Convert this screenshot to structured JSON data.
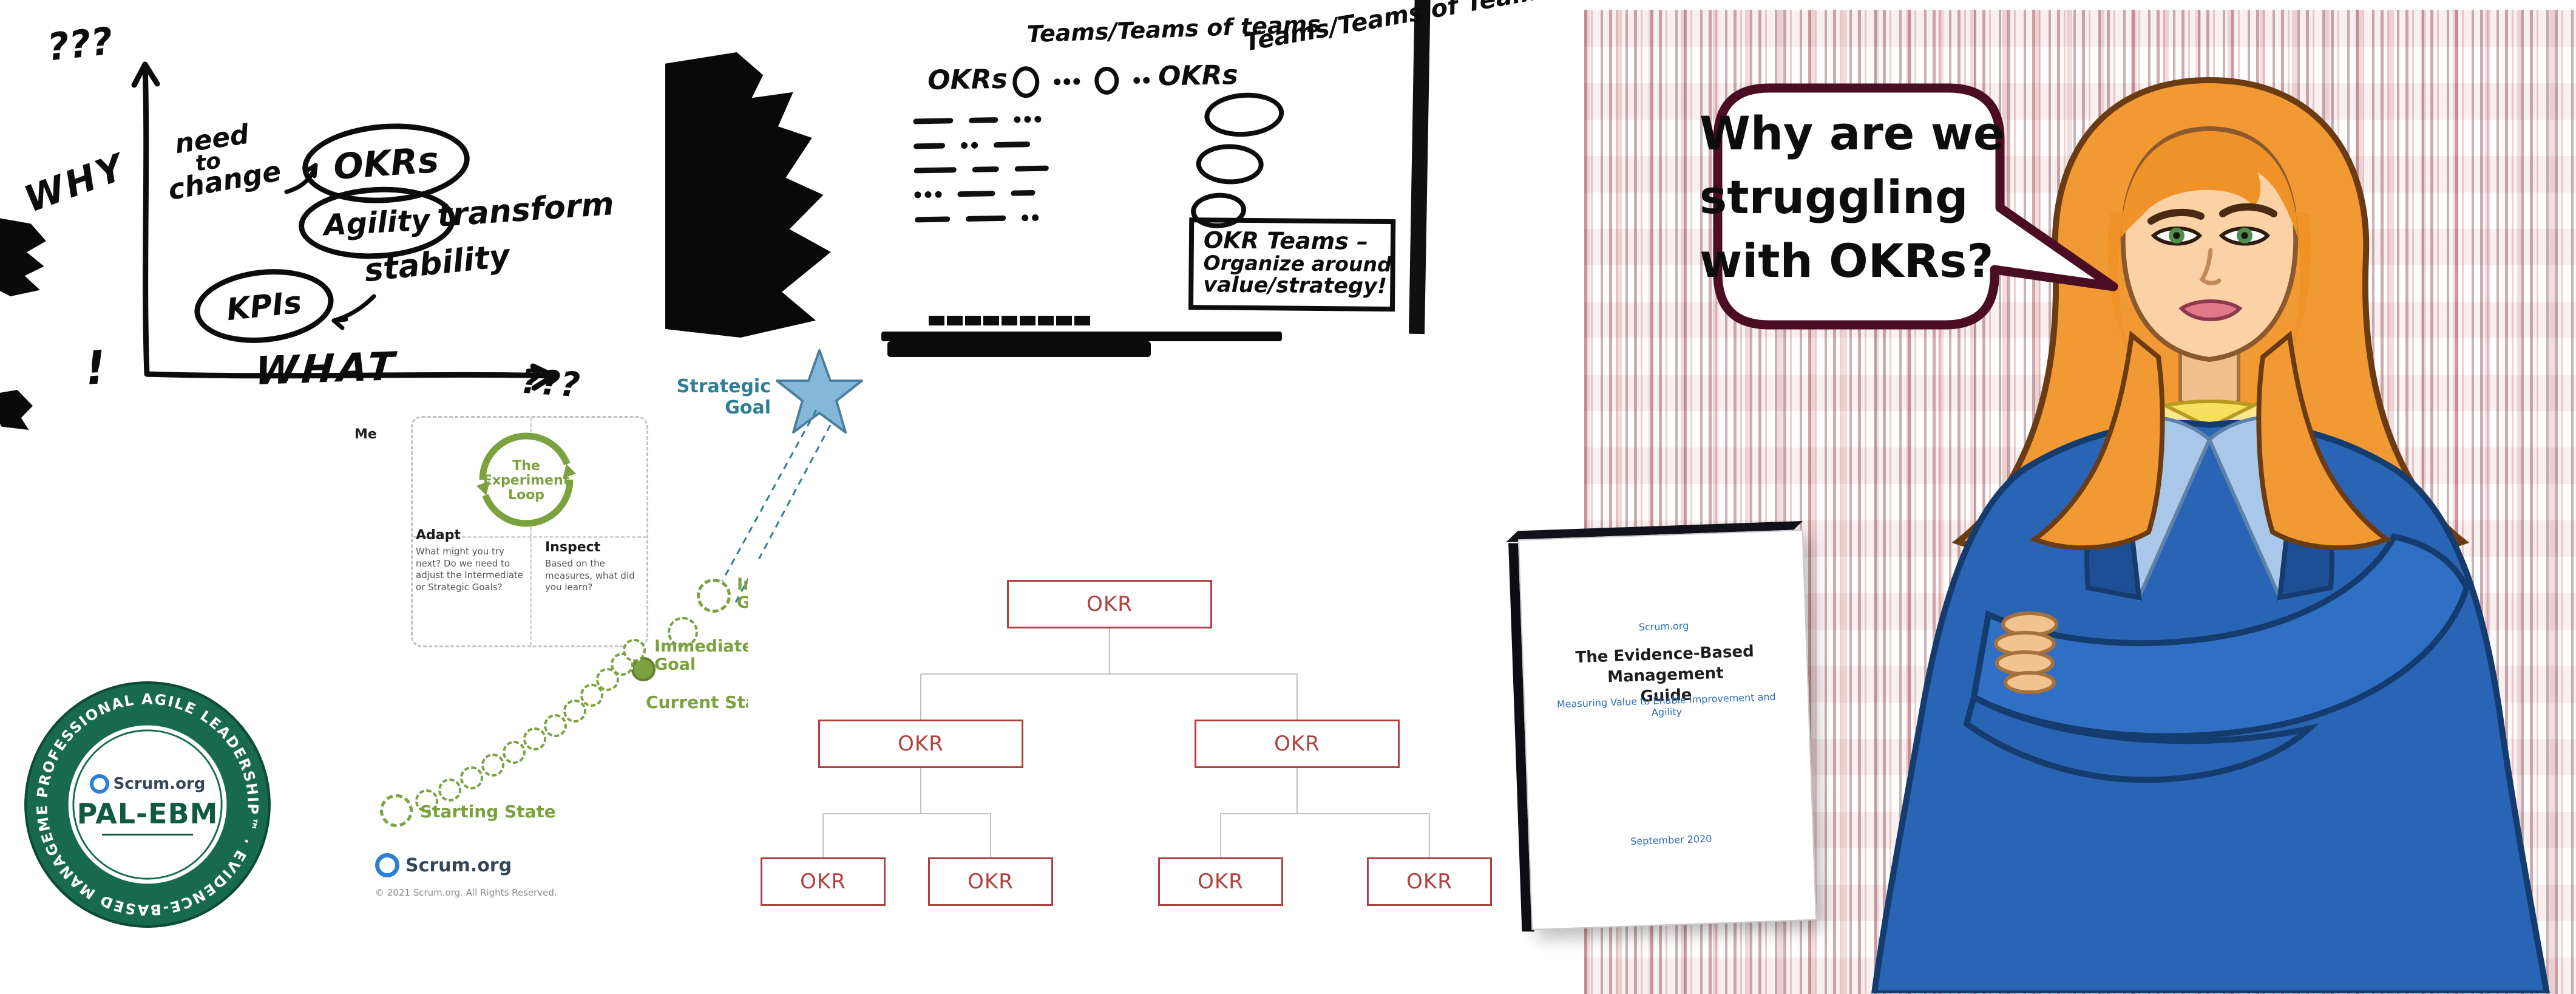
{
  "sketch": {
    "q_top": "???",
    "q_right": "???",
    "why": "WHY",
    "what": "WHAT",
    "bang": "!",
    "need_lines": [
      "need",
      "to",
      "change"
    ],
    "okrs": "OKRs",
    "agility": "Agility",
    "transform": "transform",
    "stability": "stability",
    "kpis": "KPIs"
  },
  "whiteboard": {
    "header_left": "Teams/Teams of teams",
    "header_right": "Teams/Teams of Teams",
    "okrs_left": "OKRs",
    "okrs_right": "OKRs",
    "note_lines": [
      "OKR Teams –",
      "Organize around",
      "value/strategy!"
    ]
  },
  "experiment_loop": {
    "edge_fragment": "Me",
    "loop_lines": [
      "The",
      "Experiment",
      "Loop"
    ],
    "adapt_title": "Adapt",
    "adapt_text": "What might you try next? Do we need to adjust the Intermediate or Strategic Goals?",
    "inspect_title": "Inspect",
    "inspect_text": "Based on the measures, what did you learn?",
    "strategic_goal_lines": [
      "Strategic",
      "Goal"
    ],
    "intermediate_goal_lines": [
      "Intermediate",
      "Goal"
    ],
    "immediate_goal_lines": [
      "Immediate",
      "Goal"
    ],
    "current_state": "Current State",
    "starting_state": "Starting State",
    "brand": "Scrum.org",
    "copyright": "© 2021 Scrum.org. All Rights Reserved."
  },
  "badge": {
    "ring_text": "PROFESSIONAL AGILE LEADERSHIP™ · EVIDENCE-BASED MANAGEMENT ·",
    "brand": "Scrum.org",
    "label": "PAL-EBM"
  },
  "okr_tree": {
    "root": "OKR",
    "children": [
      "OKR",
      "OKR"
    ],
    "leaves": [
      "OKR",
      "OKR",
      "OKR",
      "OKR"
    ]
  },
  "book": {
    "brand": "Scrum.org",
    "title_lines": [
      "The Evidence-Based Management",
      "Guide"
    ],
    "subtitle": "Measuring Value to Enable Improvement and Agility",
    "date": "September 2020"
  },
  "speech_bubble": {
    "lines": [
      "Why are we",
      "struggling",
      "with OKRs?"
    ]
  },
  "colors": {
    "scrum_blue": "#2b7fd4",
    "ebm_green": "#7ba23f",
    "strategic_teal": "#2e7f95",
    "badge_green": "#176a4e",
    "okr_red": "#b0413e",
    "bubble_outline": "#4a0d23",
    "jacket_blue": "#2a65b5",
    "hair_orange": "#f19a33"
  }
}
